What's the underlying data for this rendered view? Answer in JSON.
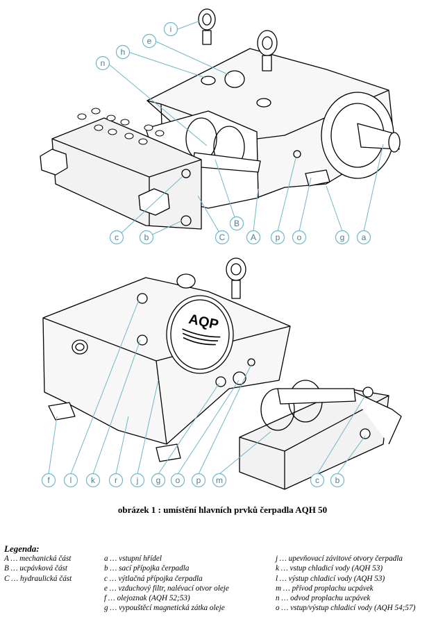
{
  "figure": {
    "brand_logo": "AQP",
    "top_view_callouts": [
      "i",
      "h",
      "e",
      "n",
      "c",
      "b",
      "C",
      "B",
      "A",
      "p",
      "o",
      "g",
      "a"
    ],
    "bottom_view_callouts": [
      "f",
      "l",
      "k",
      "r",
      "j",
      "g",
      "o",
      "p",
      "m",
      "c",
      "b"
    ]
  },
  "caption": "obrázek 1 : umístění hlavních prvků čerpadla AQH 50",
  "legend": {
    "title": "Legenda:",
    "col1": [
      "A … mechanická část",
      "B … ucpávková část",
      "C … hydraulická část"
    ],
    "col2": [
      "a … vstupní hřídel",
      "b … sací přípojka čerpadla",
      "c … výtlačná přípojka čerpadla",
      "e … vzduchový filtr, nalévací otvor oleje",
      "f … olejoznak (AQH 52;53)",
      "g … vypouštěcí magnetická zátka oleje"
    ],
    "col3": [
      "j … upevňovací závitové otvory čerpadla",
      "k … vstup chladicí vody (AQH 53)",
      "l … výstup chladicí vody (AQH 53)",
      "m … přívod proplachu ucpávek",
      "n … odvod proplachu ucpávek",
      "o … vstup/výstup chladicí vody (AQH 54;57)"
    ]
  }
}
